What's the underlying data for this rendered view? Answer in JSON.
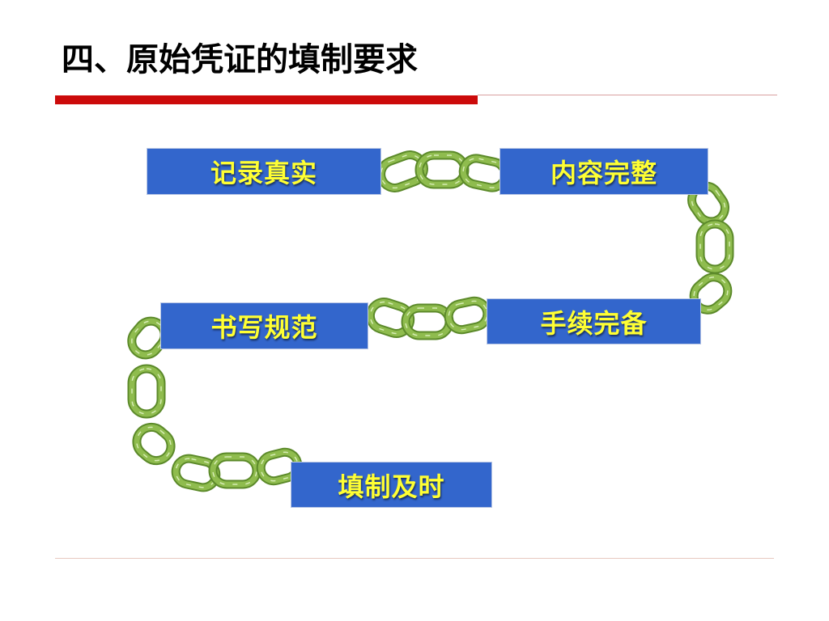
{
  "slide": {
    "title": "四、原始凭证的填制要求"
  },
  "colors": {
    "accent_bar": "#cc0a0a",
    "box_fill": "#3366cc",
    "box_text": "#ffff33",
    "chain_fill": "#8fbc4e",
    "chain_stroke": "#5c8a2a"
  },
  "steps": [
    {
      "label": "记录真实"
    },
    {
      "label": "内容完整"
    },
    {
      "label": "手续完备"
    },
    {
      "label": "书写规范"
    },
    {
      "label": "填制及时"
    }
  ]
}
